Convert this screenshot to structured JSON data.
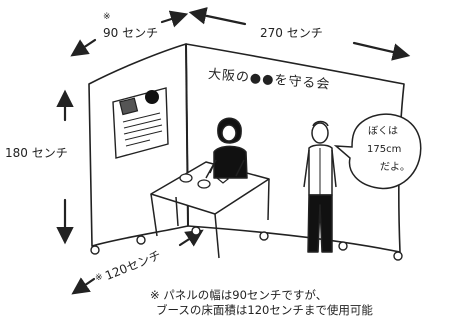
{
  "dimensions": {
    "top_left_mark": "※",
    "top_left": "90 センチ",
    "top_right": "270 センチ",
    "left_height": "180 センチ",
    "bottom_mark": "※",
    "bottom": "120センチ"
  },
  "panel": {
    "sign_text": "大阪の●●を守る会"
  },
  "speech": {
    "line1": "ぼくは",
    "line2": "175cm",
    "line3": "だよ。"
  },
  "footnote": {
    "line1": "※ パネルの幅は90センチですが、",
    "line2": "ブースの床面積は120センチまで使用可能"
  }
}
